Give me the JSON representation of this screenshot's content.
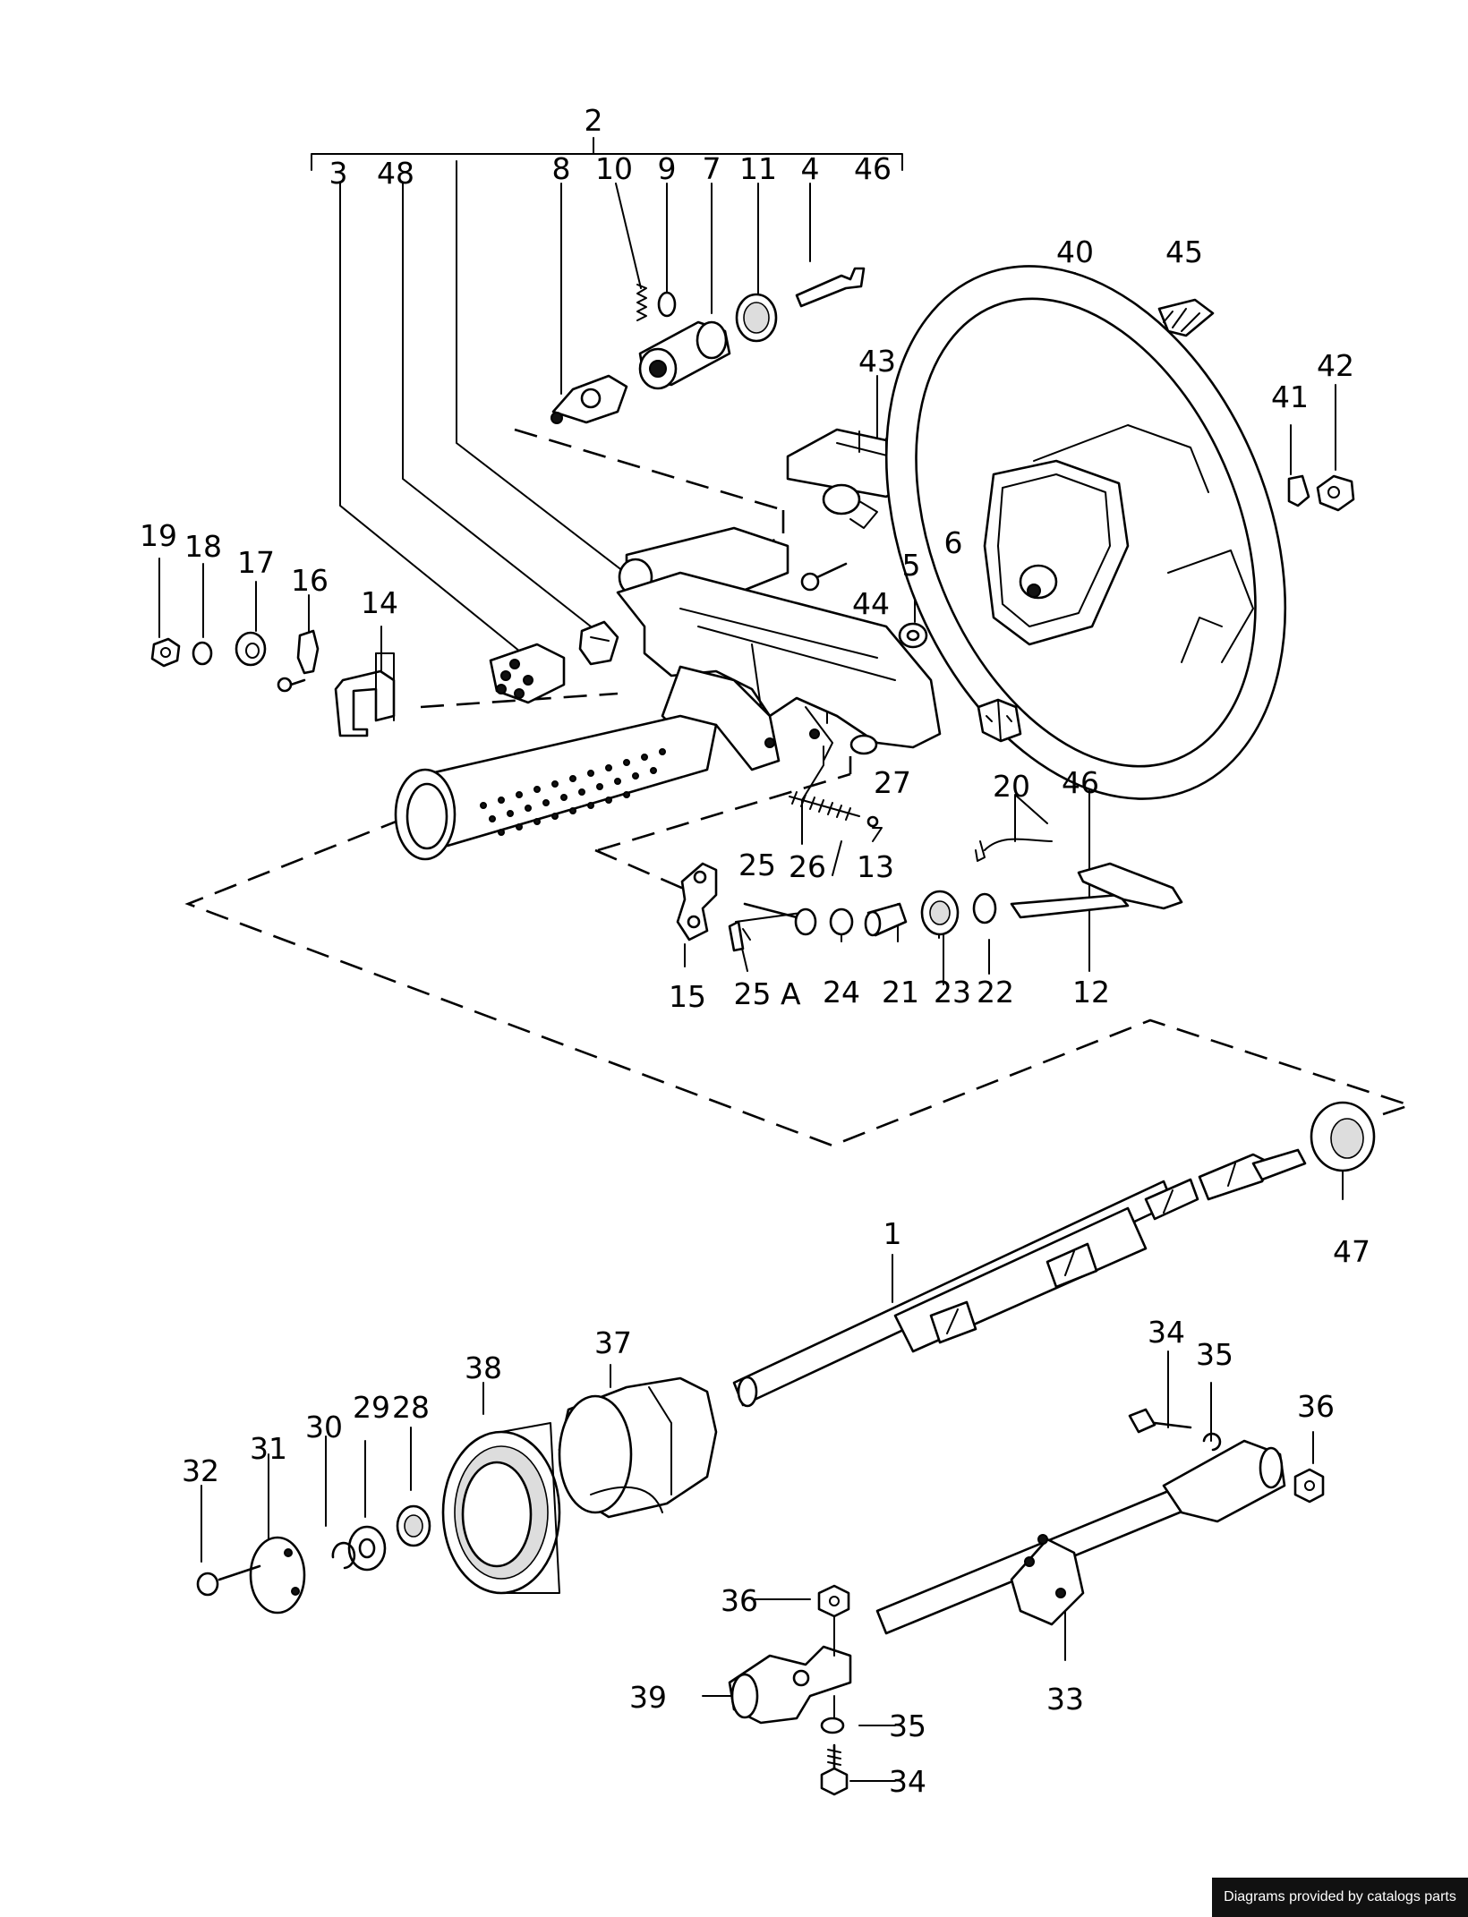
{
  "labels": {
    "l1": "1",
    "l2": "2",
    "l3": "3",
    "l4": "4",
    "l5": "5",
    "l6": "6",
    "l7": "7",
    "l8": "8",
    "l9": "9",
    "l10": "10",
    "l11": "11",
    "l12": "12",
    "l13": "13",
    "l14": "14",
    "l15": "15",
    "l16": "16",
    "l17": "17",
    "l18": "18",
    "l19": "19",
    "l20": "20",
    "l21": "21",
    "l22": "22",
    "l23": "23",
    "l24": "24",
    "l25": "25",
    "l25a": "25 A",
    "l26": "26",
    "l27": "27",
    "l28": "28",
    "l29": "29",
    "l30": "30",
    "l31": "31",
    "l32": "32",
    "l33": "33",
    "l34a": "34",
    "l34b": "34",
    "l35a": "35",
    "l35b": "35",
    "l36a": "36",
    "l36b": "36",
    "l37": "37",
    "l38": "38",
    "l39": "39",
    "l40": "40",
    "l41": "41",
    "l42": "42",
    "l43": "43",
    "l44": "44",
    "l45": "45",
    "l46a": "46",
    "l46b": "46",
    "l47": "47",
    "l48": "48"
  },
  "credit": "Diagrams provided by catalogs parts"
}
